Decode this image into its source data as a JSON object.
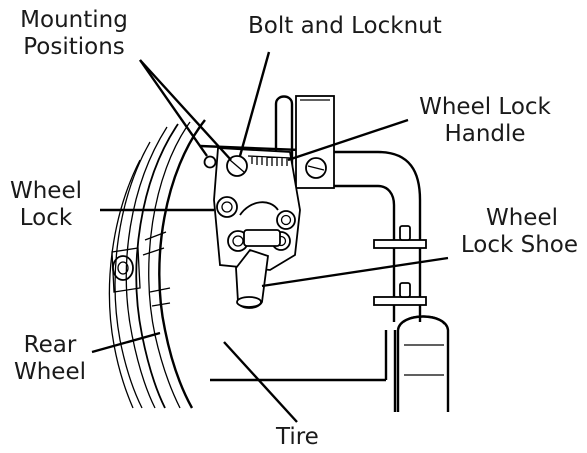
{
  "labels": {
    "mounting_positions": [
      "Mounting",
      "Positions"
    ],
    "bolt_and_locknut": "Bolt and Locknut",
    "wheel_lock_handle": [
      "Wheel Lock",
      "Handle"
    ],
    "wheel_lock": [
      "Wheel",
      "Lock"
    ],
    "wheel_lock_shoe": [
      "Wheel",
      "Lock Shoe"
    ],
    "rear_wheel": [
      "Rear",
      "Wheel"
    ],
    "tire": "Tire"
  }
}
